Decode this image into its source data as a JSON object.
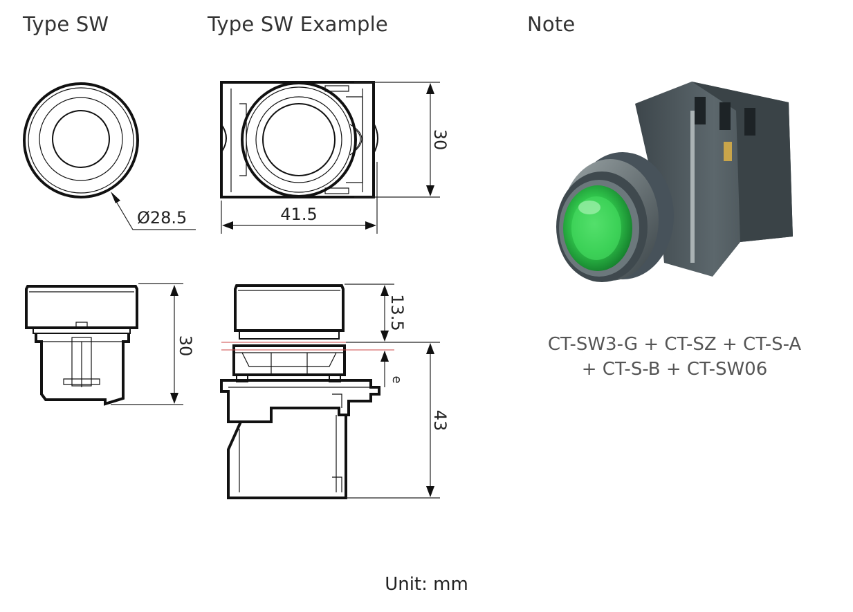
{
  "headings": {
    "type_sw": "Type SW",
    "type_sw_example": "Type SW Example",
    "note": "Note"
  },
  "dimensions": {
    "diameter": "Ø28.5",
    "width": "41.5",
    "height_top": "30",
    "height_side": "30",
    "cap_height": "13.5",
    "e_label": "e",
    "body_height": "43"
  },
  "caption": {
    "line1": "CT-SW3-G + CT-SZ + CT-S-A",
    "line2": "+ CT-S-B + CT-SW06"
  },
  "unit": "Unit: mm",
  "colors": {
    "button_green": "#2fc24a",
    "housing_gray": "#4c565b",
    "line_color": "#111111",
    "red_line": "#cc4444"
  }
}
